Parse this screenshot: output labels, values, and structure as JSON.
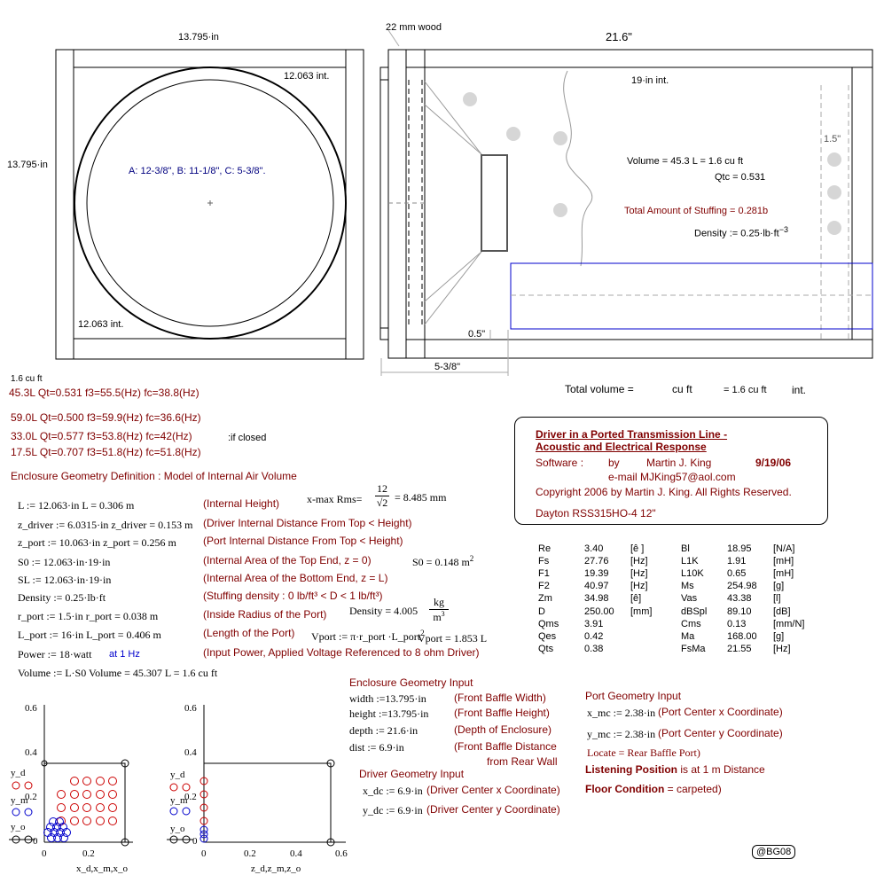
{
  "front_view": {
    "width_label": "13.795·in",
    "height_label": "13.795·in",
    "int_label_top": "12.063 int.",
    "int_label_bottom": "12.063 int.",
    "ring_note": "A: 12-3/8\", B: 11-1/8\", C: 5-3/8\"."
  },
  "side_view": {
    "wood_label": "22 mm wood",
    "depth_label": "21.6\"",
    "int_label": "19·in int.",
    "port_dia_label": "1.5\"",
    "offset_label": "0.5\"",
    "baffle_label": "5-3/8\"",
    "volume_text": "Volume = 45.3 L  = 1.6 cu ft",
    "qtc_text": "Qtc = 0.531",
    "stuffing_text": "Total Amount of Stuffing  = 0.281b",
    "density_text": "Density := 0.25·lb·ft",
    "density_exp": "−3"
  },
  "results": {
    "cuft": "1.6 cu ft",
    "line1": "45.3L Qt=0.531 f3=55.5(Hz) fc=38.8(Hz)",
    "line2": "59.0L Qt=0.500  f3=59.9(Hz) fc=36.6(Hz)",
    "line3": "33.0L Qt=0.577  f3=53.8(Hz) fc=42(Hz)",
    "line4": "17.5L Qt=0.707  f3=51.8(Hz)  fc=51.8(Hz)",
    "if_closed": ":if closed",
    "total_volume": "Total volume =",
    "total_cuft": "cu ft",
    "total_eq": "= 1.6 cu ft",
    "total_int": "int."
  },
  "info_box": {
    "title1": "Driver in a Ported Transmission Line -",
    "title2": "Acoustic and Electrical Response",
    "software": "Software :",
    "by": "by",
    "author": "Martin J. King",
    "date": "9/19/06",
    "email": "e-mail  MJKing57@aol.com",
    "copyright": "Copyright 2006 by Martin J. King. All Rights Reserved.",
    "driver": "Dayton RSS315HO-4 12\""
  },
  "specs_left": [
    {
      "k": "Re",
      "v": "3.40",
      "u": "[ê ]"
    },
    {
      "k": "Fs",
      "v": "27.76",
      "u": "[Hz]"
    },
    {
      "k": "F1",
      "v": "19.39",
      "u": "[Hz]"
    },
    {
      "k": "F2",
      "v": "40.97",
      "u": "[Hz]"
    },
    {
      "k": "Zm",
      "v": "34.98",
      "u": "[ê]"
    },
    {
      "k": "D",
      "v": "250.00",
      "u": "[mm]"
    },
    {
      "k": "Qms",
      "v": "3.91",
      "u": ""
    },
    {
      "k": "Qes",
      "v": "0.42",
      "u": ""
    },
    {
      "k": "Qts",
      "v": "0.38",
      "u": ""
    }
  ],
  "specs_right": [
    {
      "k": "Bl",
      "v": "18.95",
      "u": "[N/A]"
    },
    {
      "k": "L1K",
      "v": "1.91",
      "u": "[mH]"
    },
    {
      "k": "L10K",
      "v": "0.65",
      "u": "[mH]"
    },
    {
      "k": "Ms",
      "v": "254.98",
      "u": "[g]"
    },
    {
      "k": "Vas",
      "v": "43.38",
      "u": "[l]"
    },
    {
      "k": "dBSpl",
      "v": "89.10",
      "u": "[dB]"
    },
    {
      "k": "Cms",
      "v": "0.13",
      "u": "[mm/N]"
    },
    {
      "k": "Ma",
      "v": "168.00",
      "u": "[g]"
    },
    {
      "k": "FsMa",
      "v": "21.55",
      "u": "[Hz]"
    }
  ],
  "enclosure": {
    "heading": "Enclosure Geometry Definition : Model of Internal Air Volume",
    "xmax_label": "x-max Rms=",
    "xmax_num": "12",
    "xmax_den": "2",
    "xmax_val": "= 8.485  mm",
    "rows": [
      {
        "left": "L := 12.063·in   L = 0.306  m",
        "desc": "(Internal Height)"
      },
      {
        "left": "z_driver := 6.0315·in  z_driver = 0.153  m",
        "desc": "(Driver Internal Distance From Top < Height)"
      },
      {
        "left": "z_port := 10.063·in   z_port = 0.256  m",
        "desc": "(Port Internal Distance From Top < Height)"
      },
      {
        "left": "S0 := 12.063·in·19·in",
        "desc": "(Internal Area of the Top End, z = 0)"
      },
      {
        "left": "SL := 12.063·in·19·in",
        "desc": "(Internal Area of the Bottom End, z = L)"
      },
      {
        "left": "Density := 0.25·lb·ft",
        "desc": "(Stuffing density : 0 lb/ft³ < D < 1 lb/ft³)"
      },
      {
        "left": "r_port := 1.5·in             r_port = 0.038  m",
        "desc": "(Inside Radius of the Port)"
      },
      {
        "left": "L_port := 16·in              L_port = 0.406  m",
        "desc": "(Length of the Port)"
      },
      {
        "left": "Power := 18·watt",
        "desc": "(Input Power, Applied Voltage Referenced to 8 ohm Driver)"
      },
      {
        "left": "Volume := L·S0    Volume = 45.307 L   = 1.6 cu ft",
        "desc": ""
      }
    ],
    "s0_val": "S0 = 0.148  m",
    "s0_exp": "2",
    "density_val": "Density = 4.005",
    "density_unit_num": "kg",
    "density_unit_den": "m",
    "density_unit_exp": "3",
    "vport": "Vport := π·r_port ·L_port",
    "vport_exp": "2",
    "vport_val": "Vport = 1.853 L",
    "power_note": "at 1 Hz",
    "density_exp": "−3"
  },
  "geometry_input": {
    "heading": "Enclosure Geometry Input",
    "rows": [
      {
        "left": "width :=13.795·in",
        "desc": "(Front Baffle Width)"
      },
      {
        "left": "height :=13.795·in",
        "desc": "(Front Baffle Height)"
      },
      {
        "left": "depth := 21.6·in",
        "desc": "(Depth of Enclosure)"
      },
      {
        "left": "dist := 6.9·in",
        "desc": "(Front Baffle Distance"
      }
    ],
    "from_rear": "from Rear Wall"
  },
  "driver_input": {
    "heading": "Driver Geometry Input",
    "rows": [
      {
        "left": "x_dc := 6.9·in",
        "desc": "(Driver Center x Coordinate)"
      },
      {
        "left": "y_dc := 6.9·in",
        "desc": "(Driver Center y Coordinate)"
      }
    ]
  },
  "port_input": {
    "heading": "Port Geometry Input",
    "rows": [
      {
        "left": "x_mc := 2.38·in",
        "desc": "(Port Center x Coordinate)"
      },
      {
        "left": "y_mc := 2.38·in",
        "desc": "(Port Center y Coordinate)"
      }
    ],
    "locate": "Locate  = Rear Baffle Port)",
    "listening_bold": "Listening Position",
    "listening_rest": " is at 1 m Distance",
    "floor_bold": "Floor Condition",
    "floor_rest": "  = carpeted)"
  },
  "plots": {
    "left": {
      "xlabel": "x_d,x_m,x_o",
      "ticks_x": [
        "0",
        "0.2"
      ],
      "ticks_y": [
        "0",
        "0.2",
        "0.4",
        "0.6"
      ]
    },
    "right": {
      "xlabel": "z_d,z_m,z_o",
      "ticks_x": [
        "0",
        "0.2",
        "0.4",
        "0.6"
      ],
      "ticks_y": [
        "0",
        "0.2",
        "0.4",
        "0.6"
      ]
    },
    "legend": [
      "y_d",
      "y_m",
      "y_o"
    ]
  },
  "badge": "@BG08"
}
